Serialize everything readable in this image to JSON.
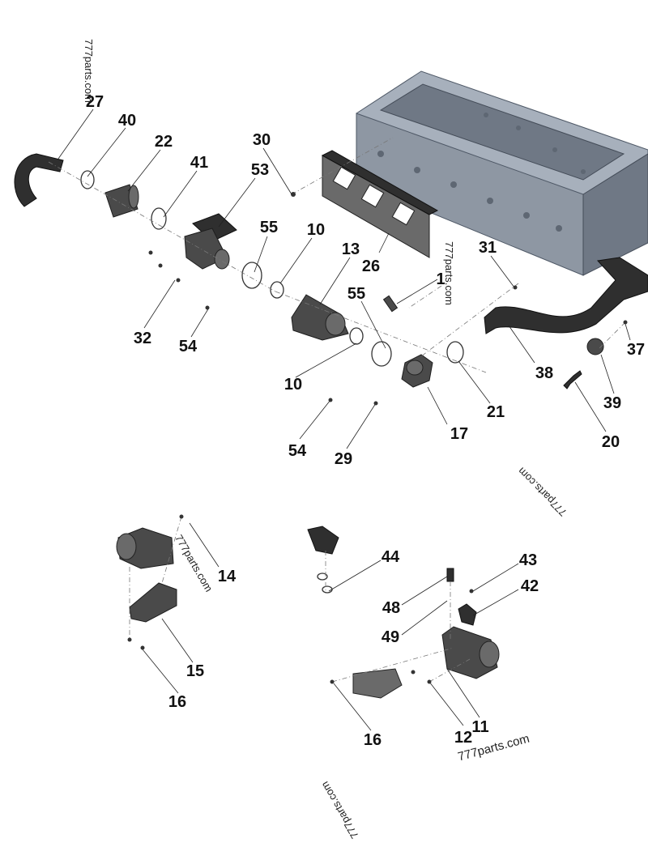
{
  "callouts": {
    "c27": "27",
    "c40": "40",
    "c22": "22",
    "c41": "41",
    "c30": "30",
    "c53": "53",
    "c55a": "55",
    "c10a": "10",
    "c13": "13",
    "c26": "26",
    "c31": "31",
    "c1": "1",
    "c55b": "55",
    "c32": "32",
    "c54a": "54",
    "c10b": "10",
    "c37": "37",
    "c38": "38",
    "c39": "39",
    "c21": "21",
    "c17": "17",
    "c20": "20",
    "c54b": "54",
    "c29": "29",
    "c14": "14",
    "c15": "15",
    "c16a": "16",
    "c44": "44",
    "c43": "43",
    "c42": "42",
    "c48": "48",
    "c49": "49",
    "c16b": "16",
    "c12": "12",
    "c11": "11"
  },
  "watermarks": {
    "w1": "777parts.com",
    "w2": "777parts.com",
    "w3": "777parts.com",
    "w4": "777parts.com",
    "w5": "777parts.com",
    "w6": "777parts.com"
  }
}
